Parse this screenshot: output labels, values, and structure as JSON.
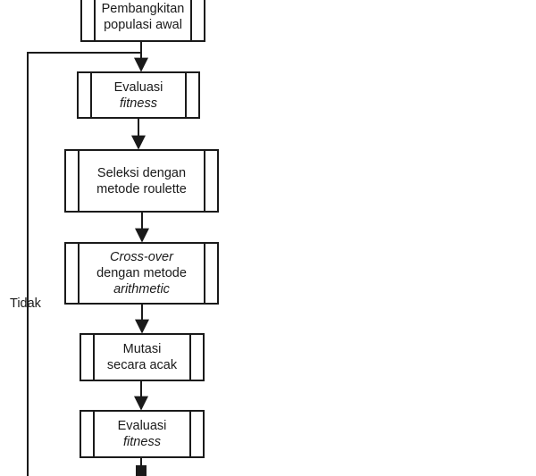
{
  "diagram": {
    "steps": [
      {
        "id": "init",
        "lines": [
          {
            "text": "Pembangkitan",
            "italic": false
          },
          {
            "text": "populasi awal",
            "italic": false
          }
        ]
      },
      {
        "id": "eval1",
        "lines": [
          {
            "text": "Evaluasi",
            "italic": false
          },
          {
            "text": "fitness",
            "italic": true
          }
        ]
      },
      {
        "id": "selection",
        "lines": [
          {
            "text": "Seleksi dengan",
            "italic": false
          },
          {
            "text": "metode roulette",
            "italic": false
          }
        ]
      },
      {
        "id": "crossover",
        "lines": [
          {
            "text": "Cross-over",
            "italic": true
          },
          {
            "text": "dengan metode",
            "italic": false
          },
          {
            "text": "arithmetic",
            "italic": true
          }
        ]
      },
      {
        "id": "mutation",
        "lines": [
          {
            "text": "Mutasi",
            "italic": false
          },
          {
            "text": "secara acak",
            "italic": false
          }
        ]
      },
      {
        "id": "eval2",
        "lines": [
          {
            "text": "Evaluasi",
            "italic": false
          },
          {
            "text": "fitness",
            "italic": true
          }
        ]
      }
    ],
    "loop_label": "Tidak",
    "colors": {
      "stroke": "#1a1a1a",
      "background": "#ffffff"
    }
  }
}
